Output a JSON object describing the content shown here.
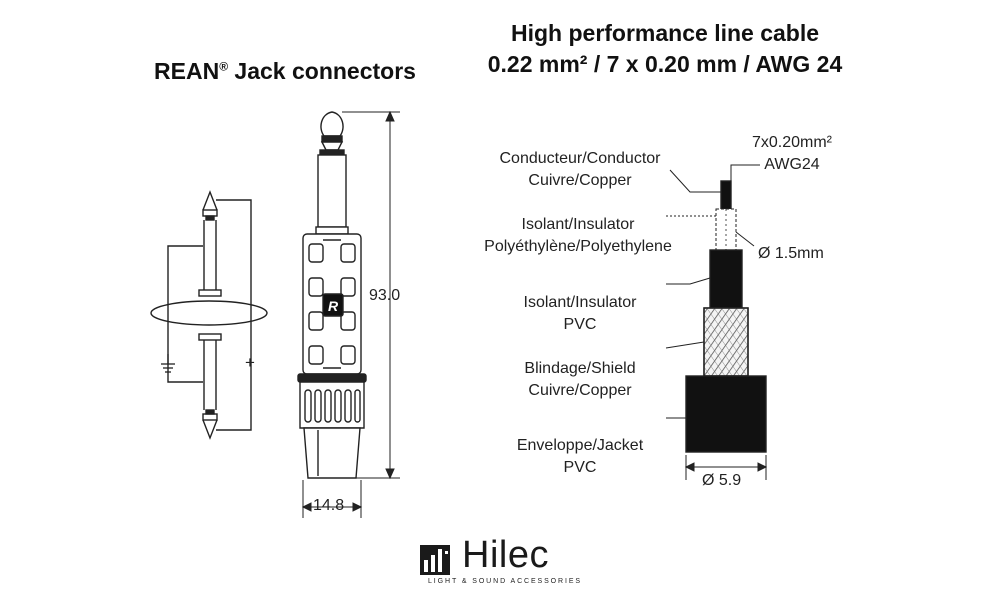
{
  "titles": {
    "left": "REAN",
    "left_reg": "®",
    "left_rest": " Jack connectors",
    "right_line1": "High performance line cable",
    "right_line2": "0.22 mm² / 7 x 0.20 mm / AWG 24"
  },
  "connector": {
    "length": "93.0",
    "width": "14.8",
    "brand_mark": "R",
    "ground_symbol": "ground-icon",
    "plus_symbol": "+"
  },
  "cable_labels": {
    "conductor_line1": "Conducteur/Conductor",
    "conductor_line2": "Cuivre/Copper",
    "insulator1_line1": "Isolant/Insulator",
    "insulator1_line2": "Polyéthylène/Polyethylene",
    "insulator2_line1": "Isolant/Insulator",
    "insulator2_line2": "PVC",
    "shield_line1": "Blindage/Shield",
    "shield_line2": "Cuivre/Copper",
    "jacket_line1": "Enveloppe/Jacket",
    "jacket_line2": "PVC"
  },
  "cable_dims": {
    "conductor_spec_line1": "7x0.20mm²",
    "conductor_spec_line2": "AWG24",
    "insulator_diameter": "Ø 1.5mm",
    "jacket_diameter": "Ø 5.9"
  },
  "logo": {
    "name": "Hilec",
    "tagline": "LIGHT & SOUND ACCESSORIES"
  }
}
